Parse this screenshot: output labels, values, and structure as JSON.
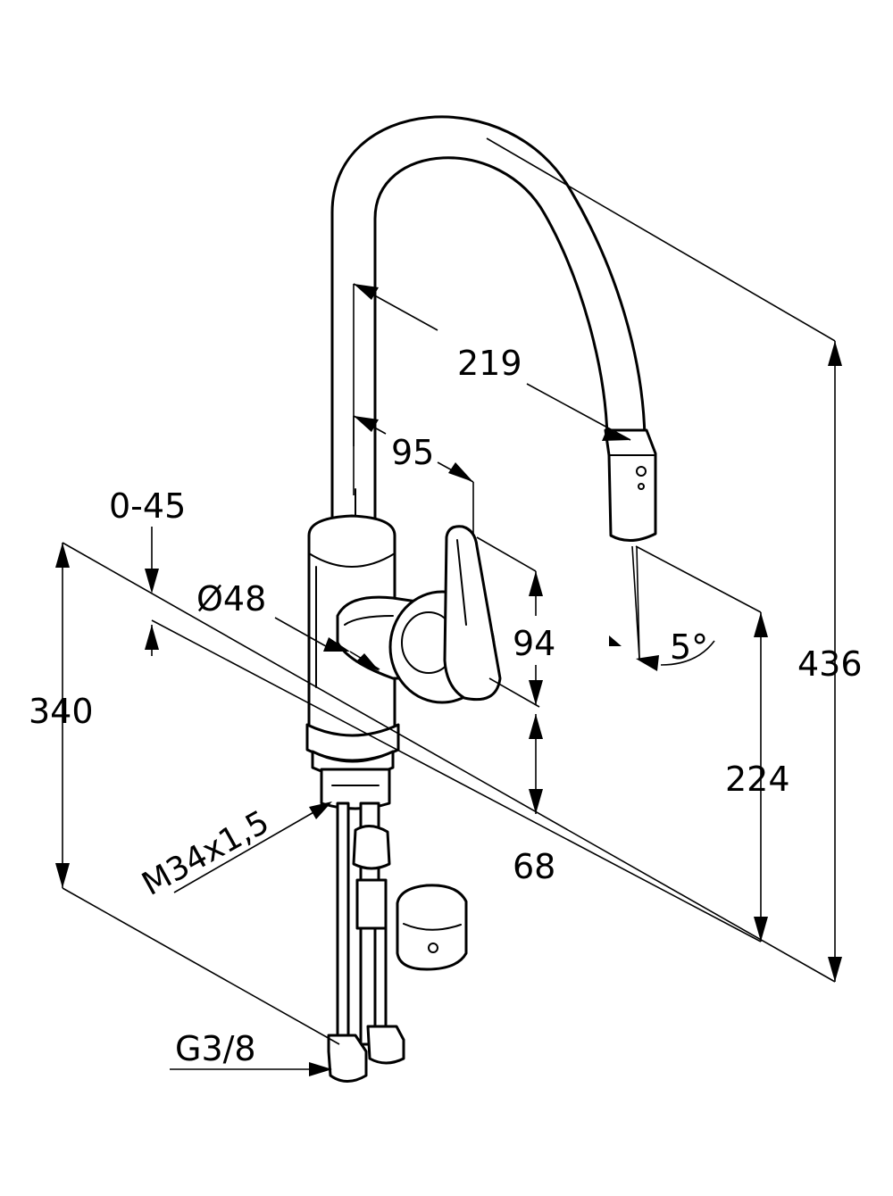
{
  "dimensions": {
    "reach_spout": "219",
    "reach_lever": "95",
    "swivel_angle": "0-45",
    "diameter": "Ø48",
    "height_lever": "94",
    "height_base": "68",
    "height_mount": "340",
    "height_outlet": "224",
    "height_total": "436",
    "spray_angle": "5°",
    "thread_mount": "M34x1,5",
    "thread_hose": "G3/8"
  },
  "colors": {
    "line": "#000000",
    "background": "#ffffff"
  }
}
